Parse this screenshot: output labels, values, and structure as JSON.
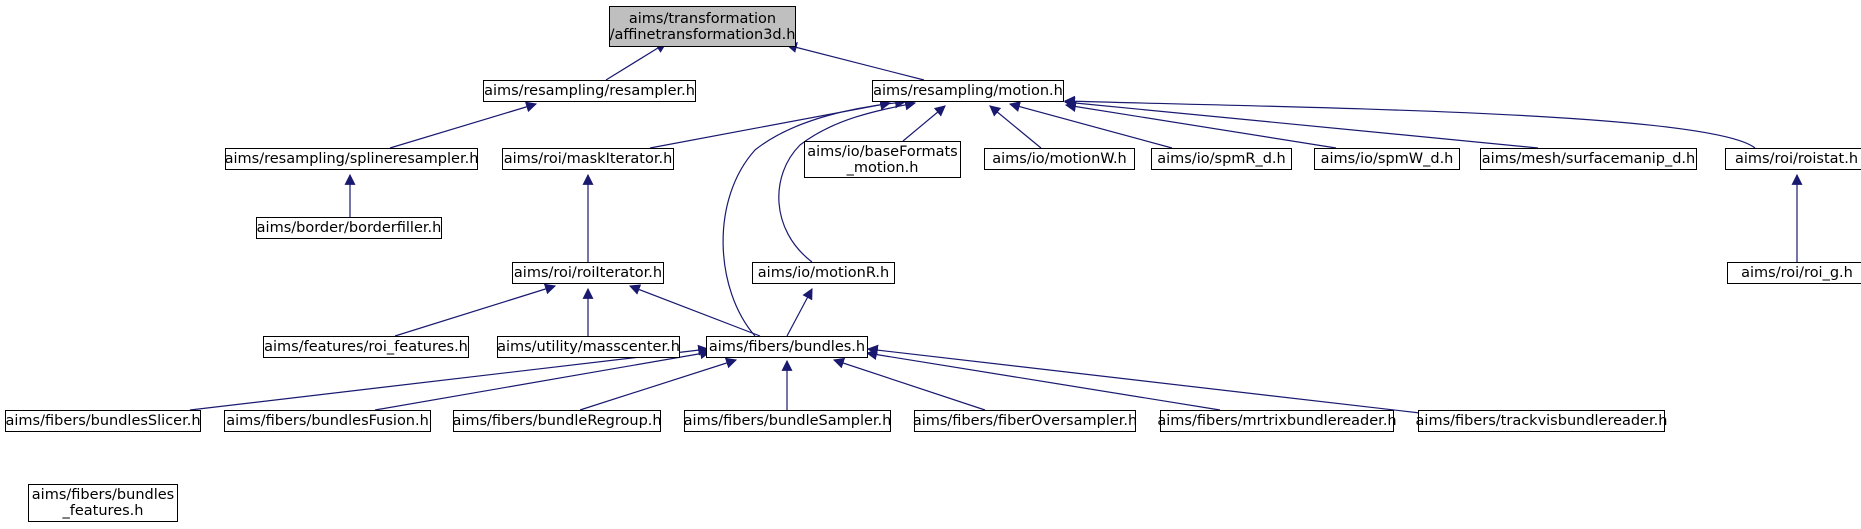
{
  "colors": {
    "edge": "#191970",
    "root_fill": "#bfbfbf",
    "node_fill": "#ffffff",
    "border": "#000000"
  },
  "nodes": {
    "affine": {
      "lines": [
        "aims/transformation",
        "/affinetransformation3d.h"
      ]
    },
    "resampler": {
      "lines": [
        "aims/resampling/resampler.h"
      ]
    },
    "motion": {
      "lines": [
        "aims/resampling/motion.h"
      ]
    },
    "spline": {
      "lines": [
        "aims/resampling/splineresampler.h"
      ]
    },
    "border": {
      "lines": [
        "aims/border/borderfiller.h"
      ]
    },
    "maskit": {
      "lines": [
        "aims/roi/maskIterator.h"
      ]
    },
    "baseformats": {
      "lines": [
        "aims/io/baseFormats",
        "_motion.h"
      ]
    },
    "motionw": {
      "lines": [
        "aims/io/motionW.h"
      ]
    },
    "spmr": {
      "lines": [
        "aims/io/spmR_d.h"
      ]
    },
    "spmw": {
      "lines": [
        "aims/io/spmW_d.h"
      ]
    },
    "surface": {
      "lines": [
        "aims/mesh/surfacemanip_d.h"
      ]
    },
    "roistat": {
      "lines": [
        "aims/roi/roistat.h"
      ]
    },
    "roiit": {
      "lines": [
        "aims/roi/roiIterator.h"
      ]
    },
    "motionr": {
      "lines": [
        "aims/io/motionR.h"
      ]
    },
    "roig": {
      "lines": [
        "aims/roi/roi_g.h"
      ]
    },
    "features": {
      "lines": [
        "aims/features/roi_features.h"
      ]
    },
    "masscenter": {
      "lines": [
        "aims/utility/masscenter.h"
      ]
    },
    "bundles": {
      "lines": [
        "aims/fibers/bundles.h"
      ]
    },
    "slicer": {
      "lines": [
        "aims/fibers/bundlesSlicer.h"
      ]
    },
    "fusion": {
      "lines": [
        "aims/fibers/bundlesFusion.h"
      ]
    },
    "regroup": {
      "lines": [
        "aims/fibers/bundleRegroup.h"
      ]
    },
    "sampler": {
      "lines": [
        "aims/fibers/bundleSampler.h"
      ]
    },
    "oversampler": {
      "lines": [
        "aims/fibers/fiberOversampler.h"
      ]
    },
    "mrtrix": {
      "lines": [
        "aims/fibers/mrtrixbundlereader.h"
      ]
    },
    "trackvis": {
      "lines": [
        "aims/fibers/trackvisbundlereader.h"
      ]
    },
    "bfeatures": {
      "lines": [
        "aims/fibers/bundles",
        "_features.h"
      ]
    }
  }
}
